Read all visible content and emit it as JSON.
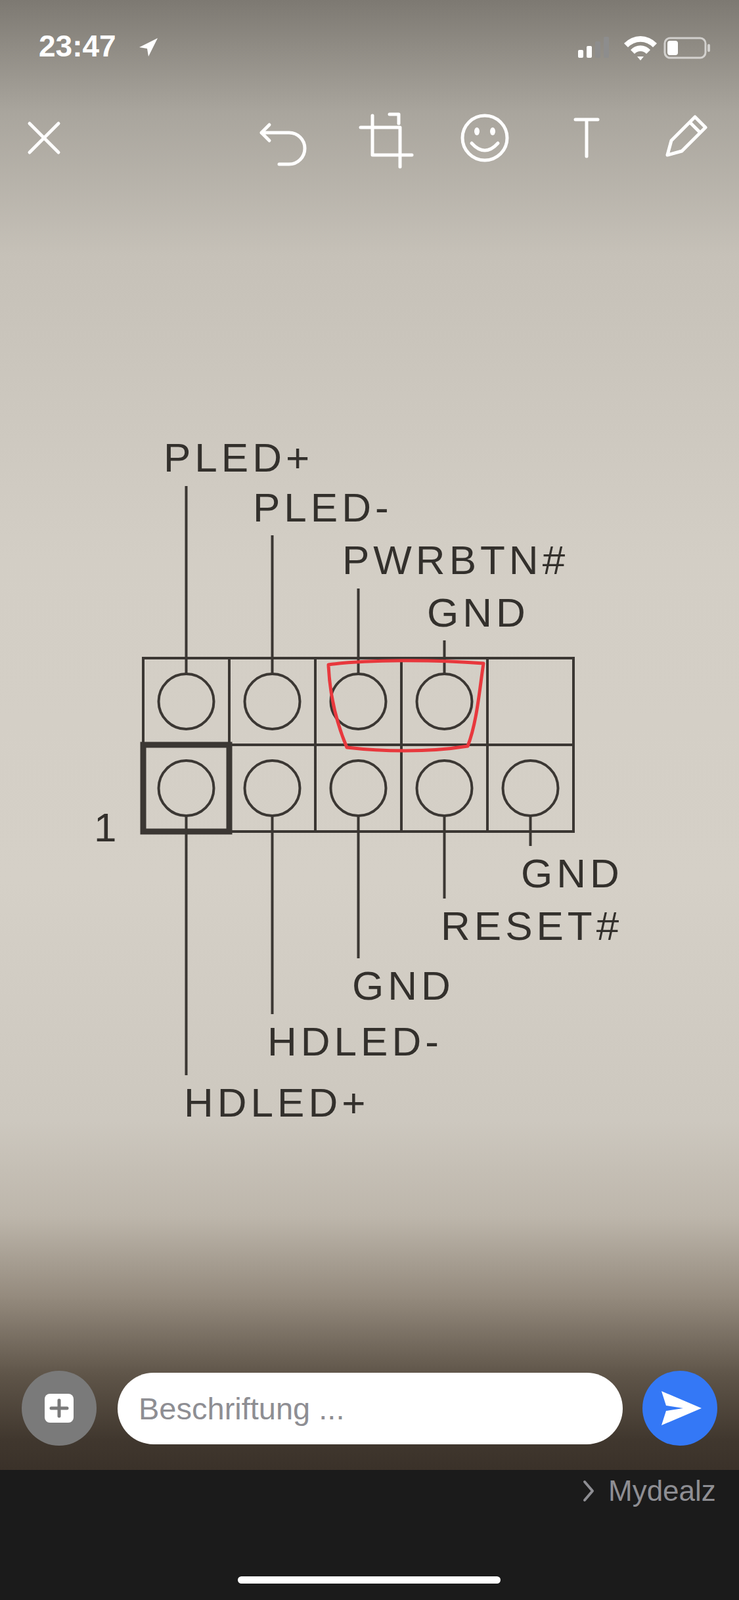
{
  "diagram": {
    "nodes": [
      {
        "text": [
          "Beschriftung ..."
        ]
      }
    ],
    "labels": [
      "23:47",
      "PLED+",
      "PLED-",
      "PWRBTN#",
      "GND",
      "1",
      "GND",
      "RESET#",
      "GND",
      "HDLED-",
      "HDLED+",
      "Mydealz"
    ]
  }
}
